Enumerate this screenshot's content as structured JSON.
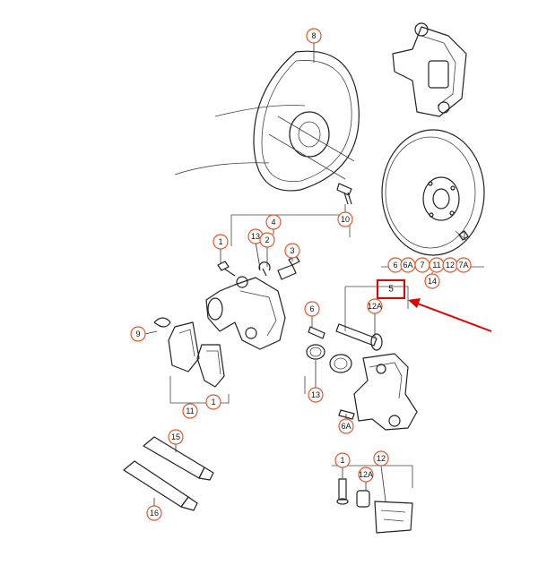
{
  "colors": {
    "callout": "#e0592a",
    "highlight": "#e00000",
    "line": "#222222"
  },
  "callouts": {
    "c8": "8",
    "c10": "10",
    "c4": "4",
    "c13a": "13",
    "c2": "2",
    "c1a": "1",
    "c3": "3",
    "c6a": "6",
    "c6b": "6A",
    "c7": "7",
    "c11a": "11",
    "c12a": "12",
    "c7a": "7A",
    "c14": "14",
    "c6c": "6",
    "c12b": "12A",
    "c9": "9",
    "c11b": "11",
    "c1b": "1",
    "c13b": "13",
    "c6d": "6A",
    "c15": "15",
    "c16": "16",
    "c1c": "1",
    "c12c": "12A",
    "c12d": "12"
  },
  "highlight": {
    "label": "5"
  }
}
